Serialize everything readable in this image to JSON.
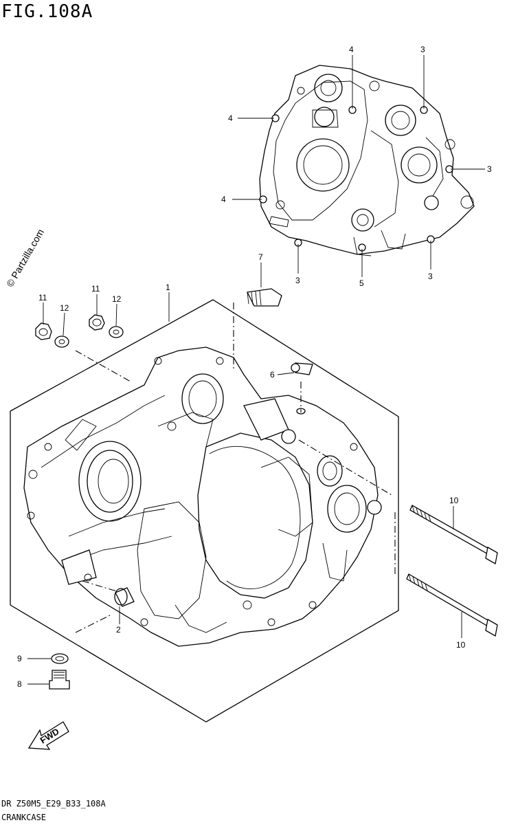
{
  "header": {
    "figure_title": "FIG.108A"
  },
  "footer": {
    "code": "DR Z50M5_E29_B33_108A",
    "name": "CRANKCASE"
  },
  "watermark": "© Partzilla.com",
  "fwd_label": "FWD",
  "callouts": [
    {
      "id": "c-4-top",
      "text": "4"
    },
    {
      "id": "c-3-top",
      "text": "3"
    },
    {
      "id": "c-4-left",
      "text": "4"
    },
    {
      "id": "c-3-right",
      "text": "3"
    },
    {
      "id": "c-4-left2",
      "text": "4"
    },
    {
      "id": "c-3-bot-left",
      "text": "3"
    },
    {
      "id": "c-5",
      "text": "5"
    },
    {
      "id": "c-3-bot-right",
      "text": "3"
    },
    {
      "id": "c-7",
      "text": "7"
    },
    {
      "id": "c-1",
      "text": "1"
    },
    {
      "id": "c-11-a",
      "text": "11"
    },
    {
      "id": "c-12-a",
      "text": "12"
    },
    {
      "id": "c-11-b",
      "text": "11"
    },
    {
      "id": "c-12-b",
      "text": "12"
    },
    {
      "id": "c-6",
      "text": "6"
    },
    {
      "id": "c-10-a",
      "text": "10"
    },
    {
      "id": "c-10-b",
      "text": "10"
    },
    {
      "id": "c-2",
      "text": "2"
    },
    {
      "id": "c-9",
      "text": "9"
    },
    {
      "id": "c-8",
      "text": "8"
    }
  ]
}
